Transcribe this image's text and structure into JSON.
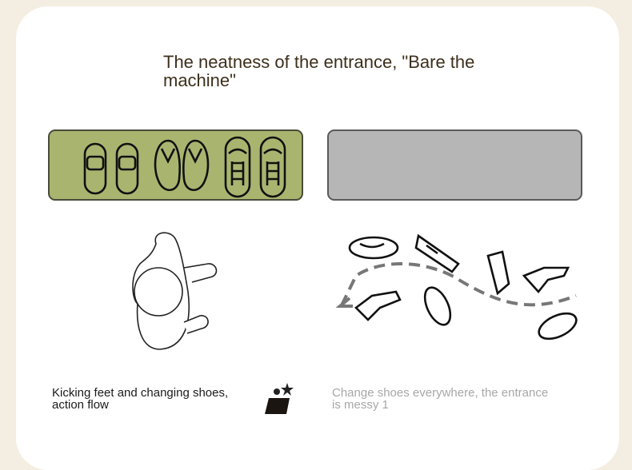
{
  "title": "The neatness of the entrance, \"Bare the machine\"",
  "left": {
    "caption_line1": "Kicking feet and changing shoes,",
    "caption_line2": "action flow",
    "mat_color": "#a9b56f"
  },
  "right": {
    "caption_line1": "Change shoes everywhere, the entrance",
    "caption_line2": "is messy 1",
    "mat_color": "#b6b6b6"
  }
}
